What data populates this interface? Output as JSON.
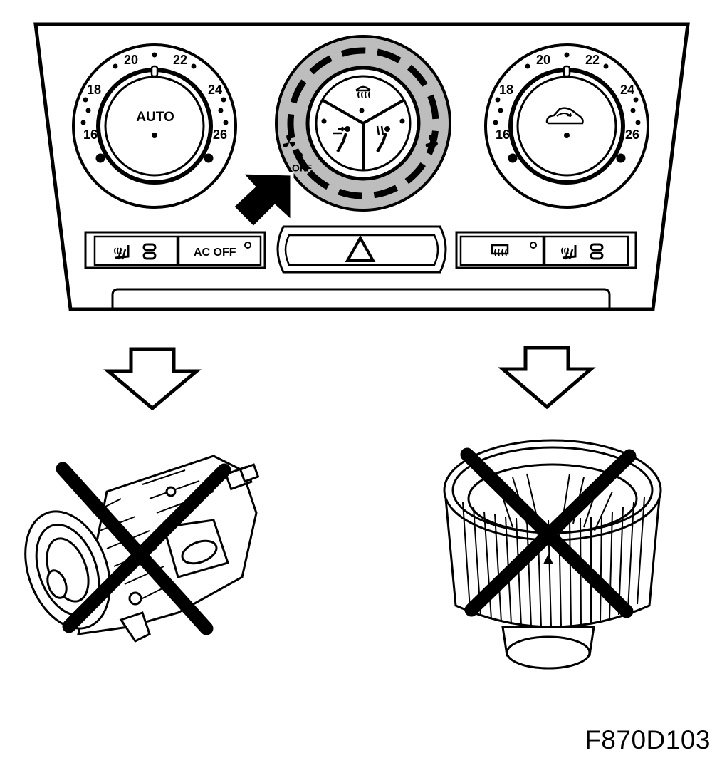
{
  "panel": {
    "left_dial": {
      "scale": [
        "16",
        "18",
        "20",
        "22",
        "24",
        "26"
      ],
      "center_label": "AUTO"
    },
    "fan_dial": {
      "off_label": "OFF",
      "icons": [
        "defrost-icon",
        "face-vent-icon",
        "foot-vent-icon",
        "fan-low-icon",
        "fan-high-icon"
      ]
    },
    "right_dial": {
      "scale": [
        "16",
        "18",
        "20",
        "22",
        "24",
        "26"
      ],
      "center_icon": "recirculation-car-icon"
    },
    "buttons": {
      "seat_heat_left_icon": "seat-heater-icon",
      "ac_off_label": "AC OFF",
      "hazard_icon": "hazard-triangle-icon",
      "rear_defrost_icon": "rear-window-defrost-icon",
      "seat_heat_right_icon": "seat-heater-icon"
    }
  },
  "components": {
    "left": "ac-compressor",
    "right": "blower-fan"
  },
  "figure_code": "F870D103"
}
